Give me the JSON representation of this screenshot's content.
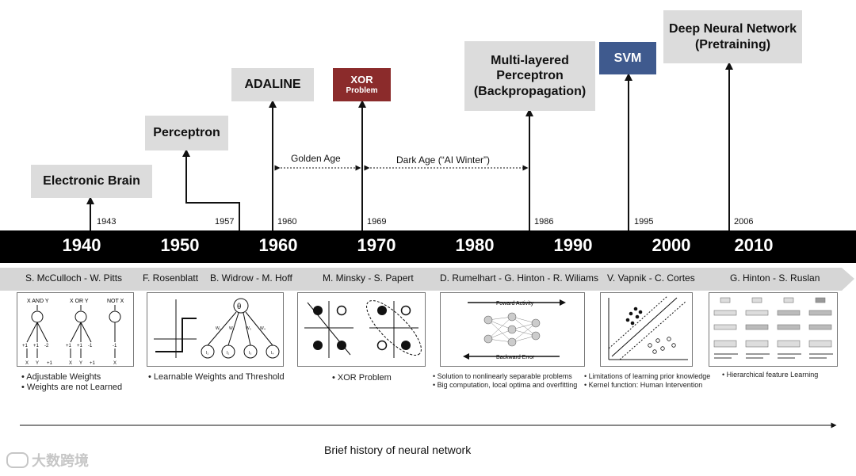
{
  "boxes": {
    "electronic_brain": "Electronic Brain",
    "perceptron": "Perceptron",
    "adaline": "ADALINE",
    "xor_line1": "XOR",
    "xor_line2": "Problem",
    "mlp_line1": "Multi-layered",
    "mlp_line2": "Perceptron",
    "mlp_line3": "(Backpropagation)",
    "svm": "SVM",
    "dnn_line1": "Deep Neural Network",
    "dnn_line2": "(Pretraining)"
  },
  "event_years": [
    "1943",
    "1957",
    "1960",
    "1969",
    "1986",
    "1995",
    "2006"
  ],
  "eras": {
    "golden": "Golden Age",
    "dark": "Dark Age (“AI Winter”)"
  },
  "decades": [
    "1940",
    "1950",
    "1960",
    "1970",
    "1980",
    "1990",
    "2000",
    "2010"
  ],
  "authors": [
    "S. McCulloch - W. Pitts",
    "F. Rosenblatt",
    "B. Widrow - M. Hoff",
    "M. Minsky - S. Papert",
    "D. Rumelhart - G. Hinton - R. Wiliams",
    "V. Vapnik - C. Cortes",
    "G. Hinton - S. Ruslan"
  ],
  "panel_labels": {
    "and": "X AND Y",
    "or": "X OR Y",
    "not": "NOT X",
    "forward": "Foward Activity",
    "backward": "Backward Error",
    "theta": "θ"
  },
  "captions": {
    "mcculloch": [
      "• Adjustable Weights",
      "• Weights are not Learned"
    ],
    "rosenblatt": [
      "• Learnable Weights  and Threshold"
    ],
    "minsky": [
      "• XOR Problem"
    ],
    "rumelhart": [
      "• Solution to nonlinearly separable problems",
      "• Big computation, local optima and overfitting"
    ],
    "vapnik": [
      "• Limitations of learning prior knowledge",
      "• Kernel function: Human Intervention"
    ],
    "hinton": [
      "• Hierarchical feature Learning"
    ]
  },
  "footer": "Brief history of neural network",
  "watermark": "大数跨境",
  "colors": {
    "box_gray": "#dcdcdc",
    "xor_red": "#8b2b2b",
    "svm_blue": "#3f5a8e",
    "timeline_black": "#000000"
  }
}
